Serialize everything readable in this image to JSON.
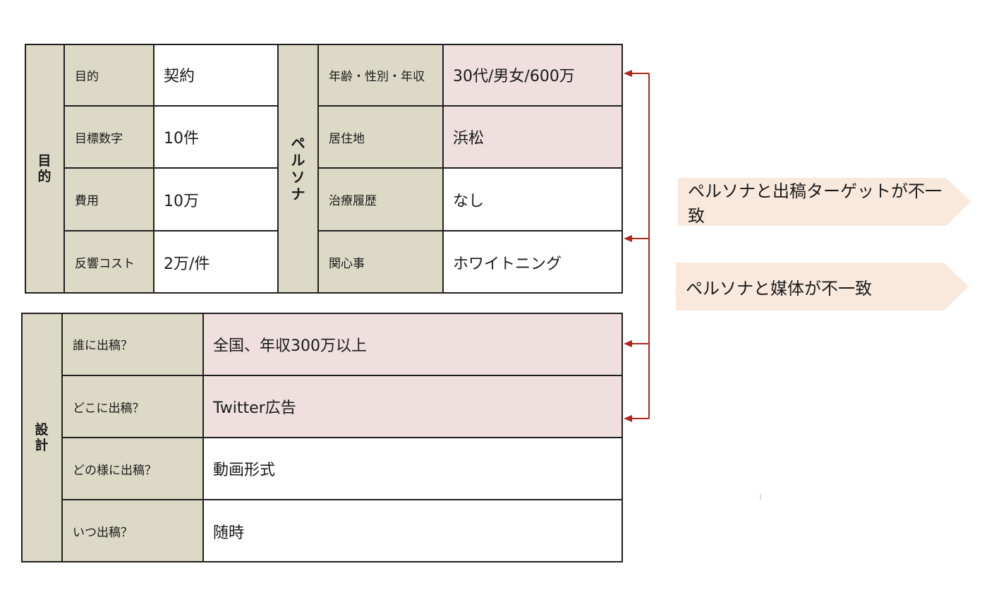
{
  "objective": {
    "section_label": "目的",
    "rows": [
      {
        "label": "目的",
        "value": "契約"
      },
      {
        "label": "目標数字",
        "value": "10件"
      },
      {
        "label": "費用",
        "value": "10万"
      },
      {
        "label": "反響コスト",
        "value": "2万/件"
      }
    ]
  },
  "persona": {
    "section_label": "ペルソナ",
    "rows": [
      {
        "label": "年齢・性別・年収",
        "value": "30代/男女/600万",
        "highlighted": true
      },
      {
        "label": "居住地",
        "value": "浜松",
        "highlighted": true
      },
      {
        "label": "治療履歴",
        "value": "なし",
        "highlighted": false
      },
      {
        "label": "関心事",
        "value": "ホワイトニング",
        "highlighted": false
      }
    ]
  },
  "design": {
    "section_label": "設計",
    "rows": [
      {
        "label": "誰に出稿？",
        "value": "全国、年収300万以上",
        "highlighted": true
      },
      {
        "label": "どこに出稿？",
        "value": "Twitter広告",
        "highlighted": true
      },
      {
        "label": "どの様に出稿？",
        "value": "動画形式",
        "highlighted": false
      },
      {
        "label": "いつ出稿？",
        "value": "随時",
        "highlighted": false
      }
    ]
  },
  "callouts": [
    {
      "text": "ペルソナと出稿ターゲットが不一致"
    },
    {
      "text": "ペルソナと媒体が不一致"
    }
  ],
  "colors": {
    "header_fill": "#dcdac6",
    "highlight_fill": "#efdfdf",
    "callout_fill": "#f8e9dc",
    "arrow": "#b0261e",
    "border": "#1f1f1f"
  }
}
